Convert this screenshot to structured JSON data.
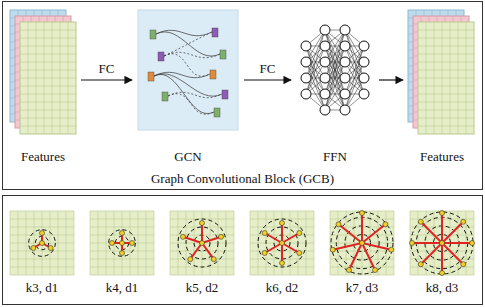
{
  "diagram": {
    "nodes": [
      {
        "text": [
          "Graph Convolutional Block (GCB)"
        ]
      },
      {
        "text": [
          "Features"
        ],
        "in": 0
      },
      {
        "text": [
          "GCN"
        ],
        "in": 0
      },
      {
        "text": [
          "FFN"
        ],
        "in": 0
      },
      {
        "text": [
          "Features"
        ],
        "in": 0
      }
    ],
    "edges": [
      {
        "from": 1,
        "to": 2,
        "arrow": "to",
        "label": "FC"
      },
      {
        "from": 2,
        "to": 3,
        "arrow": "to",
        "label": "FC"
      },
      {
        "from": 3,
        "to": 4,
        "arrow": "to"
      }
    ],
    "labels": [
      "k3, d1",
      "k4, d1",
      "k5, d2",
      "k6, d2",
      "k7, d3",
      "k8, d3"
    ]
  }
}
